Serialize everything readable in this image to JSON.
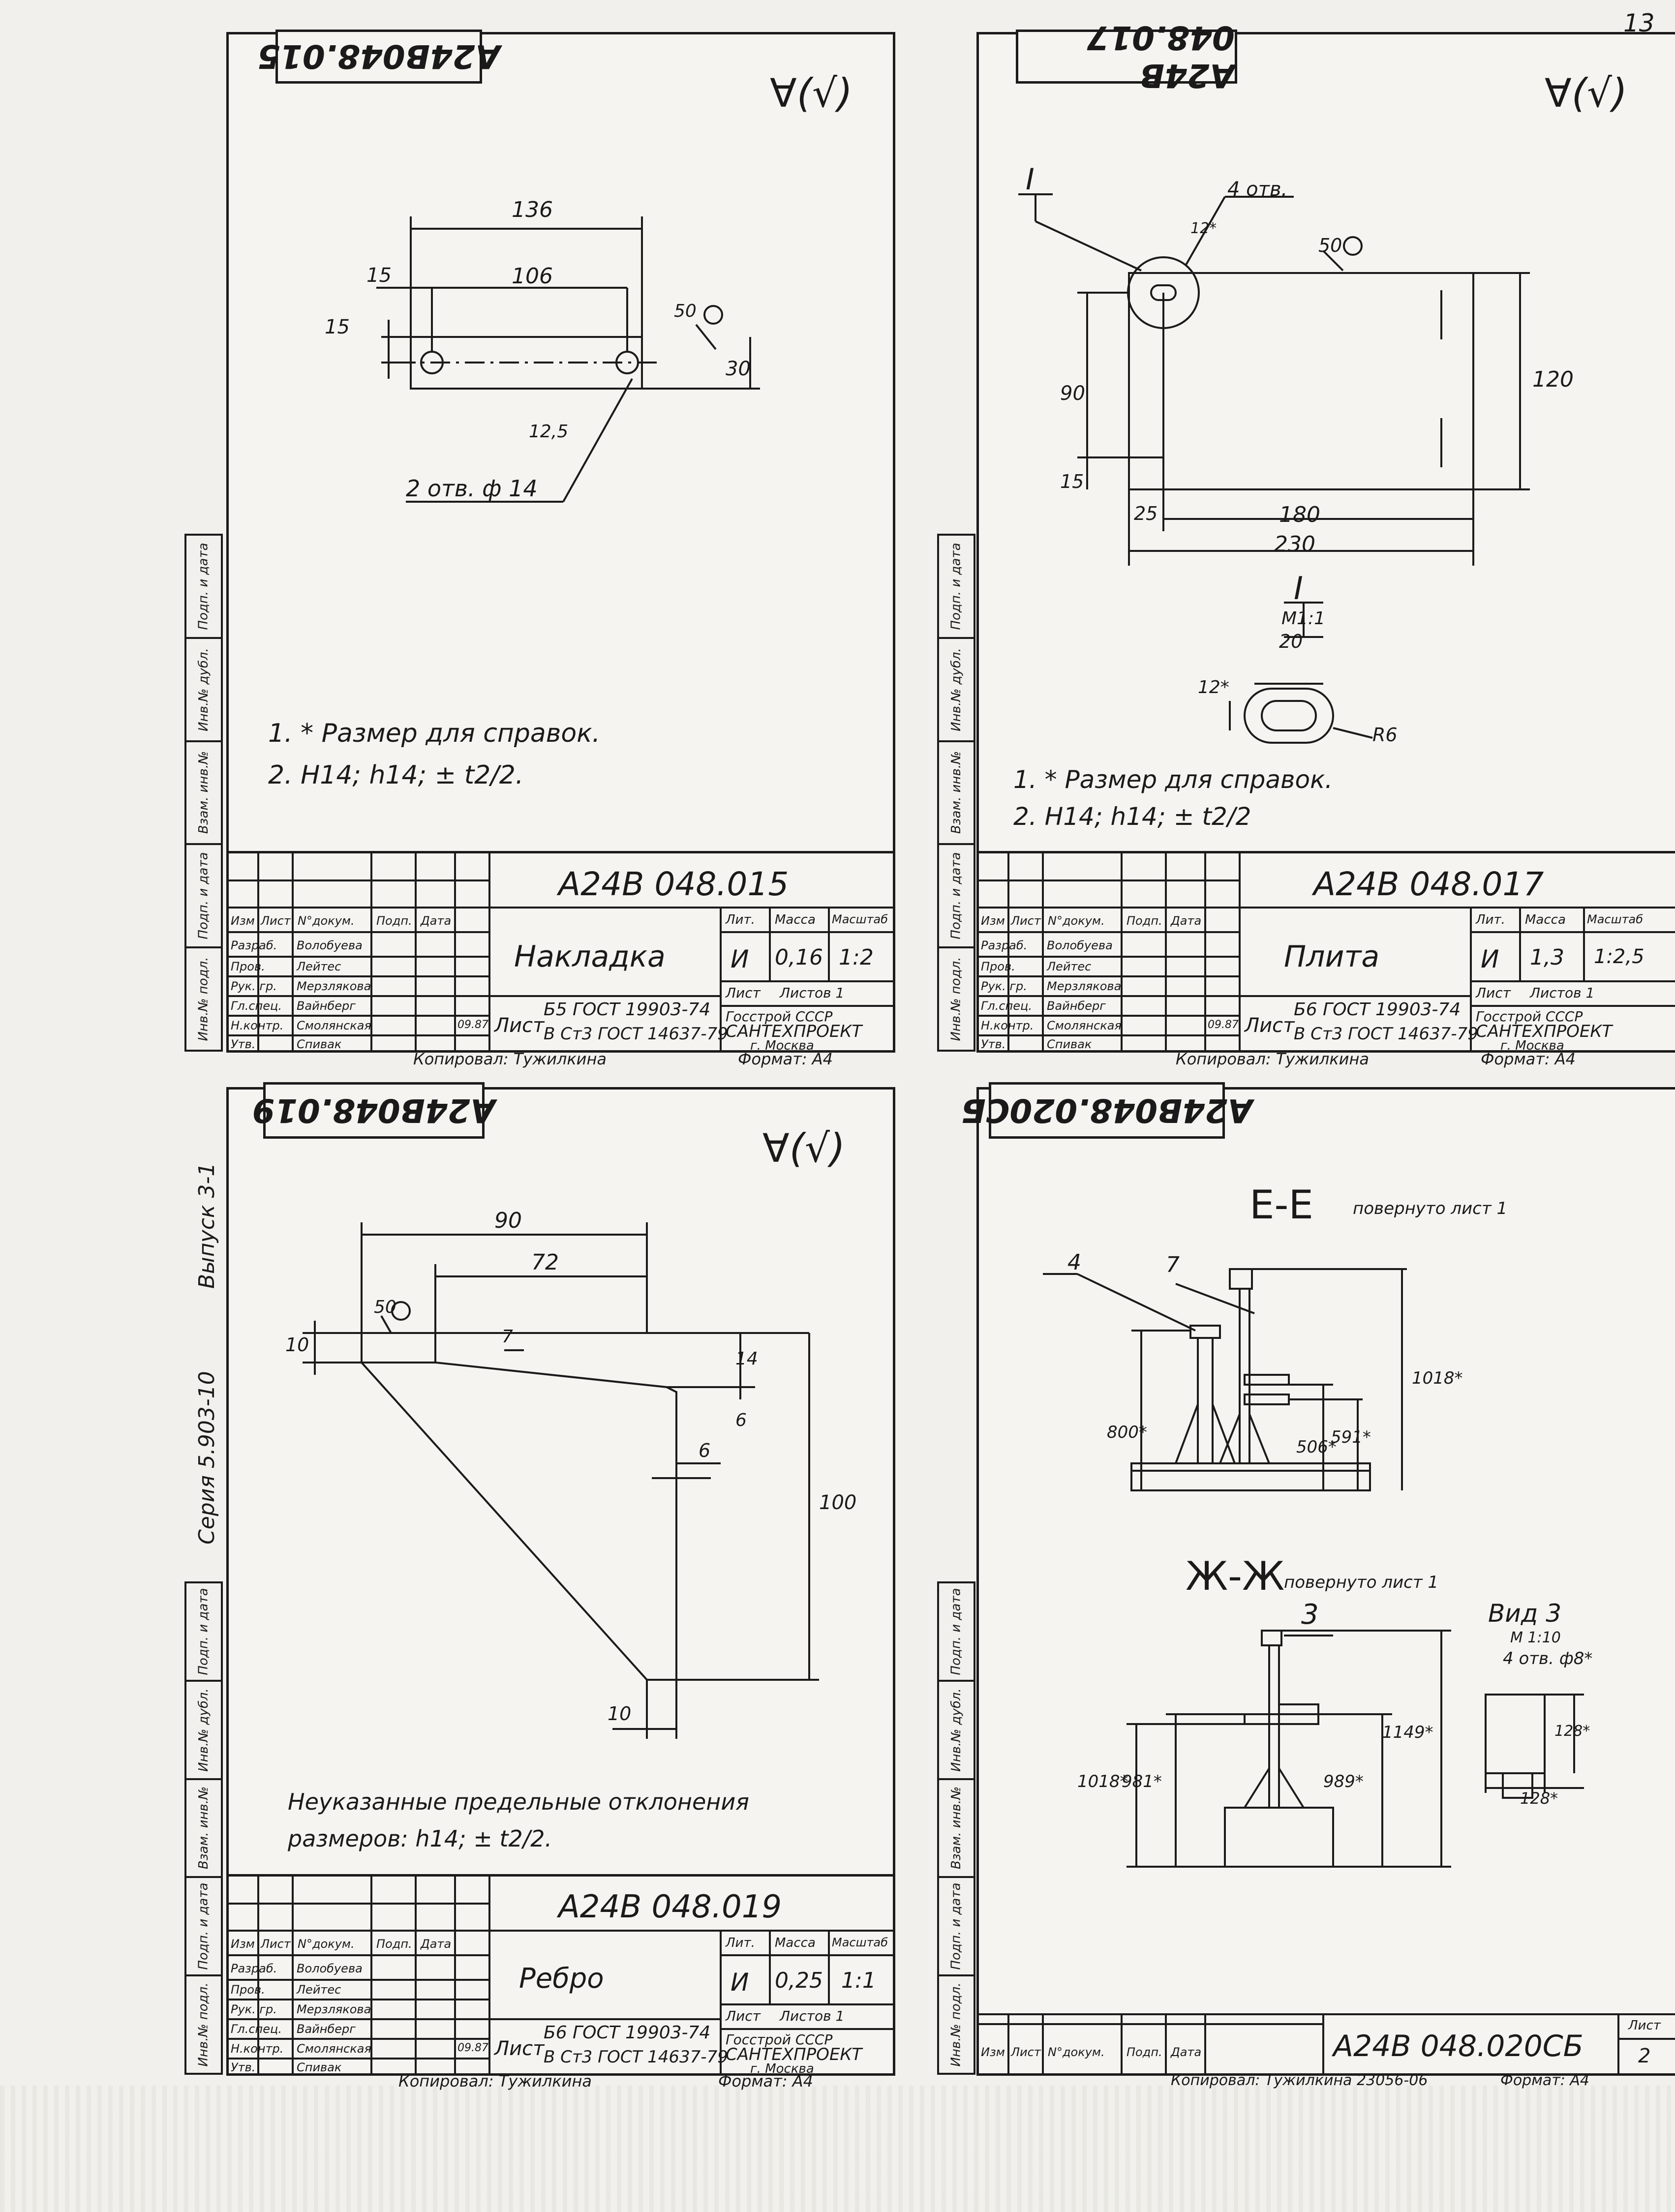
{
  "page_number": "13",
  "series": {
    "label": "Серия 5.903-10",
    "issue": "Выпуск 3-1"
  },
  "side_strip_labels": [
    "Подп. и дата",
    "Инв.№ дубл.",
    "Взам. инв.№",
    "Подп. и дата",
    "Инв.№ подл."
  ],
  "tb_headers": {
    "izm": "Изм",
    "list": "Лист",
    "doc": "N°докум.",
    "podp": "Подп.",
    "date": "Дата",
    "lit": "Лит.",
    "mass": "Масса",
    "scale": "Масштаб"
  },
  "tb_roles": [
    "Разраб.",
    "Пров.",
    "Рук. гр.",
    "Гл.спец.",
    "Н.контр.",
    "Утв."
  ],
  "tb_people": [
    "Волобуева",
    "Лейтес",
    "Мерзлякова",
    "Вайнберг",
    "Смолянская",
    "Спивак"
  ],
  "common": {
    "org1": "Госстрой СССР",
    "org2": "САНТЕХПРОЕКТ",
    "city": "г. Москва",
    "copied": "Копировал: Тужилкина",
    "format": "Формат: А4",
    "list_word": "Лист",
    "sheets_word": "Листов 1",
    "lit_value": "И",
    "date_sign": "09.87",
    "roughness": "∀(√)"
  },
  "sheets": [
    {
      "code": "А24В 048.015",
      "code_mirrored": "А24В048.015",
      "name": "Накладка",
      "mass": "0,16",
      "scale": "1:2",
      "material_line1": "Б5 ГОСТ 19903-74",
      "material_line2": "В Ст3 ГОСТ 14637-79",
      "dims": {
        "d136": "136",
        "d106": "106",
        "d15a": "15",
        "d15b": "15",
        "d30": "30",
        "d125": "12,5",
        "holes": "2 отв. ф 14",
        "rough": "50"
      },
      "notes": [
        "1. * Размер для справок.",
        "2. Н14; h14; ± t2/2."
      ]
    },
    {
      "code": "А24В 048.017",
      "code_mirrored": "А24В 048.017",
      "name": "Плита",
      "mass": "1,3",
      "scale": "1:2,5",
      "material_line1": "Б6 ГОСТ 19903-74",
      "material_line2": "В Ст3 ГОСТ 14637-79",
      "dims": {
        "d230": "230",
        "d180": "180",
        "d25": "25",
        "d90": "90",
        "d15": "15",
        "d120": "120",
        "holes": "4 отв.",
        "d12star": "12*",
        "d20": "20",
        "r6": "R6",
        "view": "I",
        "view_scale": "М1:1",
        "rough": "50",
        "n12": "12*"
      },
      "notes": [
        "1. * Размер для справок.",
        "2. Н14; h14; ± t2/2"
      ]
    },
    {
      "code": "А24В 048.019",
      "code_mirrored": "А24В048.019",
      "name": "Ребро",
      "mass": "0,25",
      "scale": "1:1",
      "material_line1": "Б6 ГОСТ 19903-74",
      "material_line2": "В Ст3 ГОСТ 14637-79",
      "dims": {
        "d90": "90",
        "d72": "72",
        "d10a": "10",
        "d14": "14",
        "d6a": "6",
        "d6b": "6",
        "d100": "100",
        "d10b": "10",
        "d7": "7",
        "rough": "50"
      },
      "notes": [
        "Неуказанные предельные отклонения",
        "размеров: h14; ± t2/2."
      ]
    },
    {
      "code": "А24В 048.020СБ",
      "code_mirrored": "А24В048.020СБ",
      "sheet_no": "2",
      "section_ee": "Е-Е",
      "section_ee_note": "повернуто лист 1",
      "section_zhzh": "Ж-Ж",
      "section_zhzh_note": "повернуто лист 1",
      "view3": "Вид 3",
      "view3_scale": "М 1:10",
      "view3_holes": "4 отв. ф8*",
      "callouts": {
        "c4": "4",
        "c7": "7",
        "c3": "3"
      },
      "dims": {
        "d800": "800*",
        "d506": "506*",
        "d591": "591*",
        "d1018a": "1018*",
        "d1018b": "1018*",
        "d981": "981*",
        "d989": "989*",
        "d1149": "1149*",
        "d128a": "128*",
        "d128b": "128*"
      },
      "copied_extra": "Копировал: Тужилкина 23056-06"
    }
  ]
}
